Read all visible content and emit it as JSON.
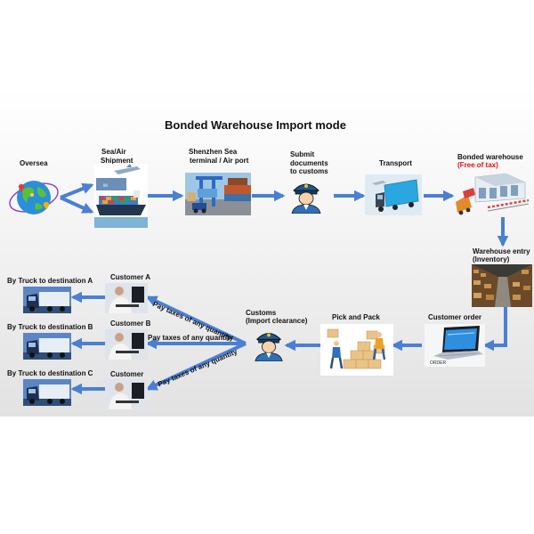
{
  "title": "Bonded Warehouse Import mode",
  "nodes": {
    "oversea": "Oversea",
    "shipment": [
      "Sea/Air",
      "Shipment"
    ],
    "terminal": [
      "Shenzhen Sea",
      "terminal / Air port"
    ],
    "submit": [
      "Submit",
      "documents",
      "to customs"
    ],
    "transport": "Transport",
    "bonded": "Bonded warehouse",
    "bonded_note": "(Free of tax)",
    "entry": [
      "Warehouse entry",
      "(Inventory)"
    ],
    "order": "Customer order",
    "laptop_caption": "ORDER",
    "pick": "Pick and Pack",
    "customs": [
      "Customs",
      "(Import clearance)"
    ],
    "customer_a": "Customer A",
    "customer_b": "Customer B",
    "customer_c": "Customer",
    "truck_a": "By Truck to destination A",
    "truck_b": "By Truck to destination B",
    "truck_c": "By Truck to destination C"
  },
  "edges": {
    "tax_a": "Pay taxes of any quantity",
    "tax_b": "Pay taxes of any quantity",
    "tax_c": "Pay taxes of any quantity"
  },
  "colors": {
    "arrow": "#4a7fd4",
    "accent_red": "#e01010",
    "panel": "#e8e8e8"
  }
}
